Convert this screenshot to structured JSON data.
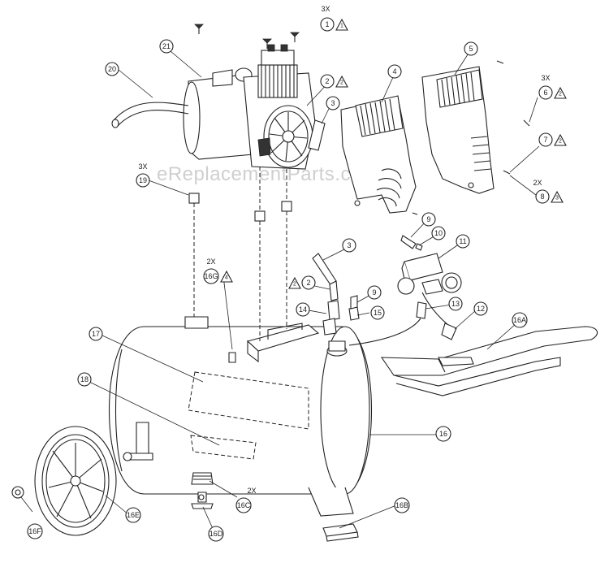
{
  "watermark": "eReplacementParts.com",
  "callouts": {
    "c1": "1",
    "c2a": "2",
    "c2b": "2",
    "c3a": "3",
    "c3b": "3",
    "c4": "4",
    "c5": "5",
    "c6": "6",
    "c7": "7",
    "c8": "8",
    "c9a": "9",
    "c9b": "9",
    "c10": "10",
    "c11": "11",
    "c12": "12",
    "c13": "13",
    "c14": "14",
    "c15": "15",
    "c16": "16",
    "c16a": "16A",
    "c16b": "16B",
    "c16c": "16C",
    "c16d": "16D",
    "c16e": "16E",
    "c16f": "16F",
    "c16g": "16G",
    "c17": "17",
    "c18": "18",
    "c19": "19",
    "c20": "20",
    "c21": "21"
  },
  "quantities": {
    "q1": "3X",
    "q6": "3X",
    "q8": "2X",
    "q19": "3X",
    "q16g": "2X",
    "q16c": "2X"
  },
  "notes": {
    "n1": "1",
    "n2a": "2",
    "n2b": "2",
    "n4": "4",
    "n6": "2",
    "n7": "2",
    "n8": "3"
  }
}
